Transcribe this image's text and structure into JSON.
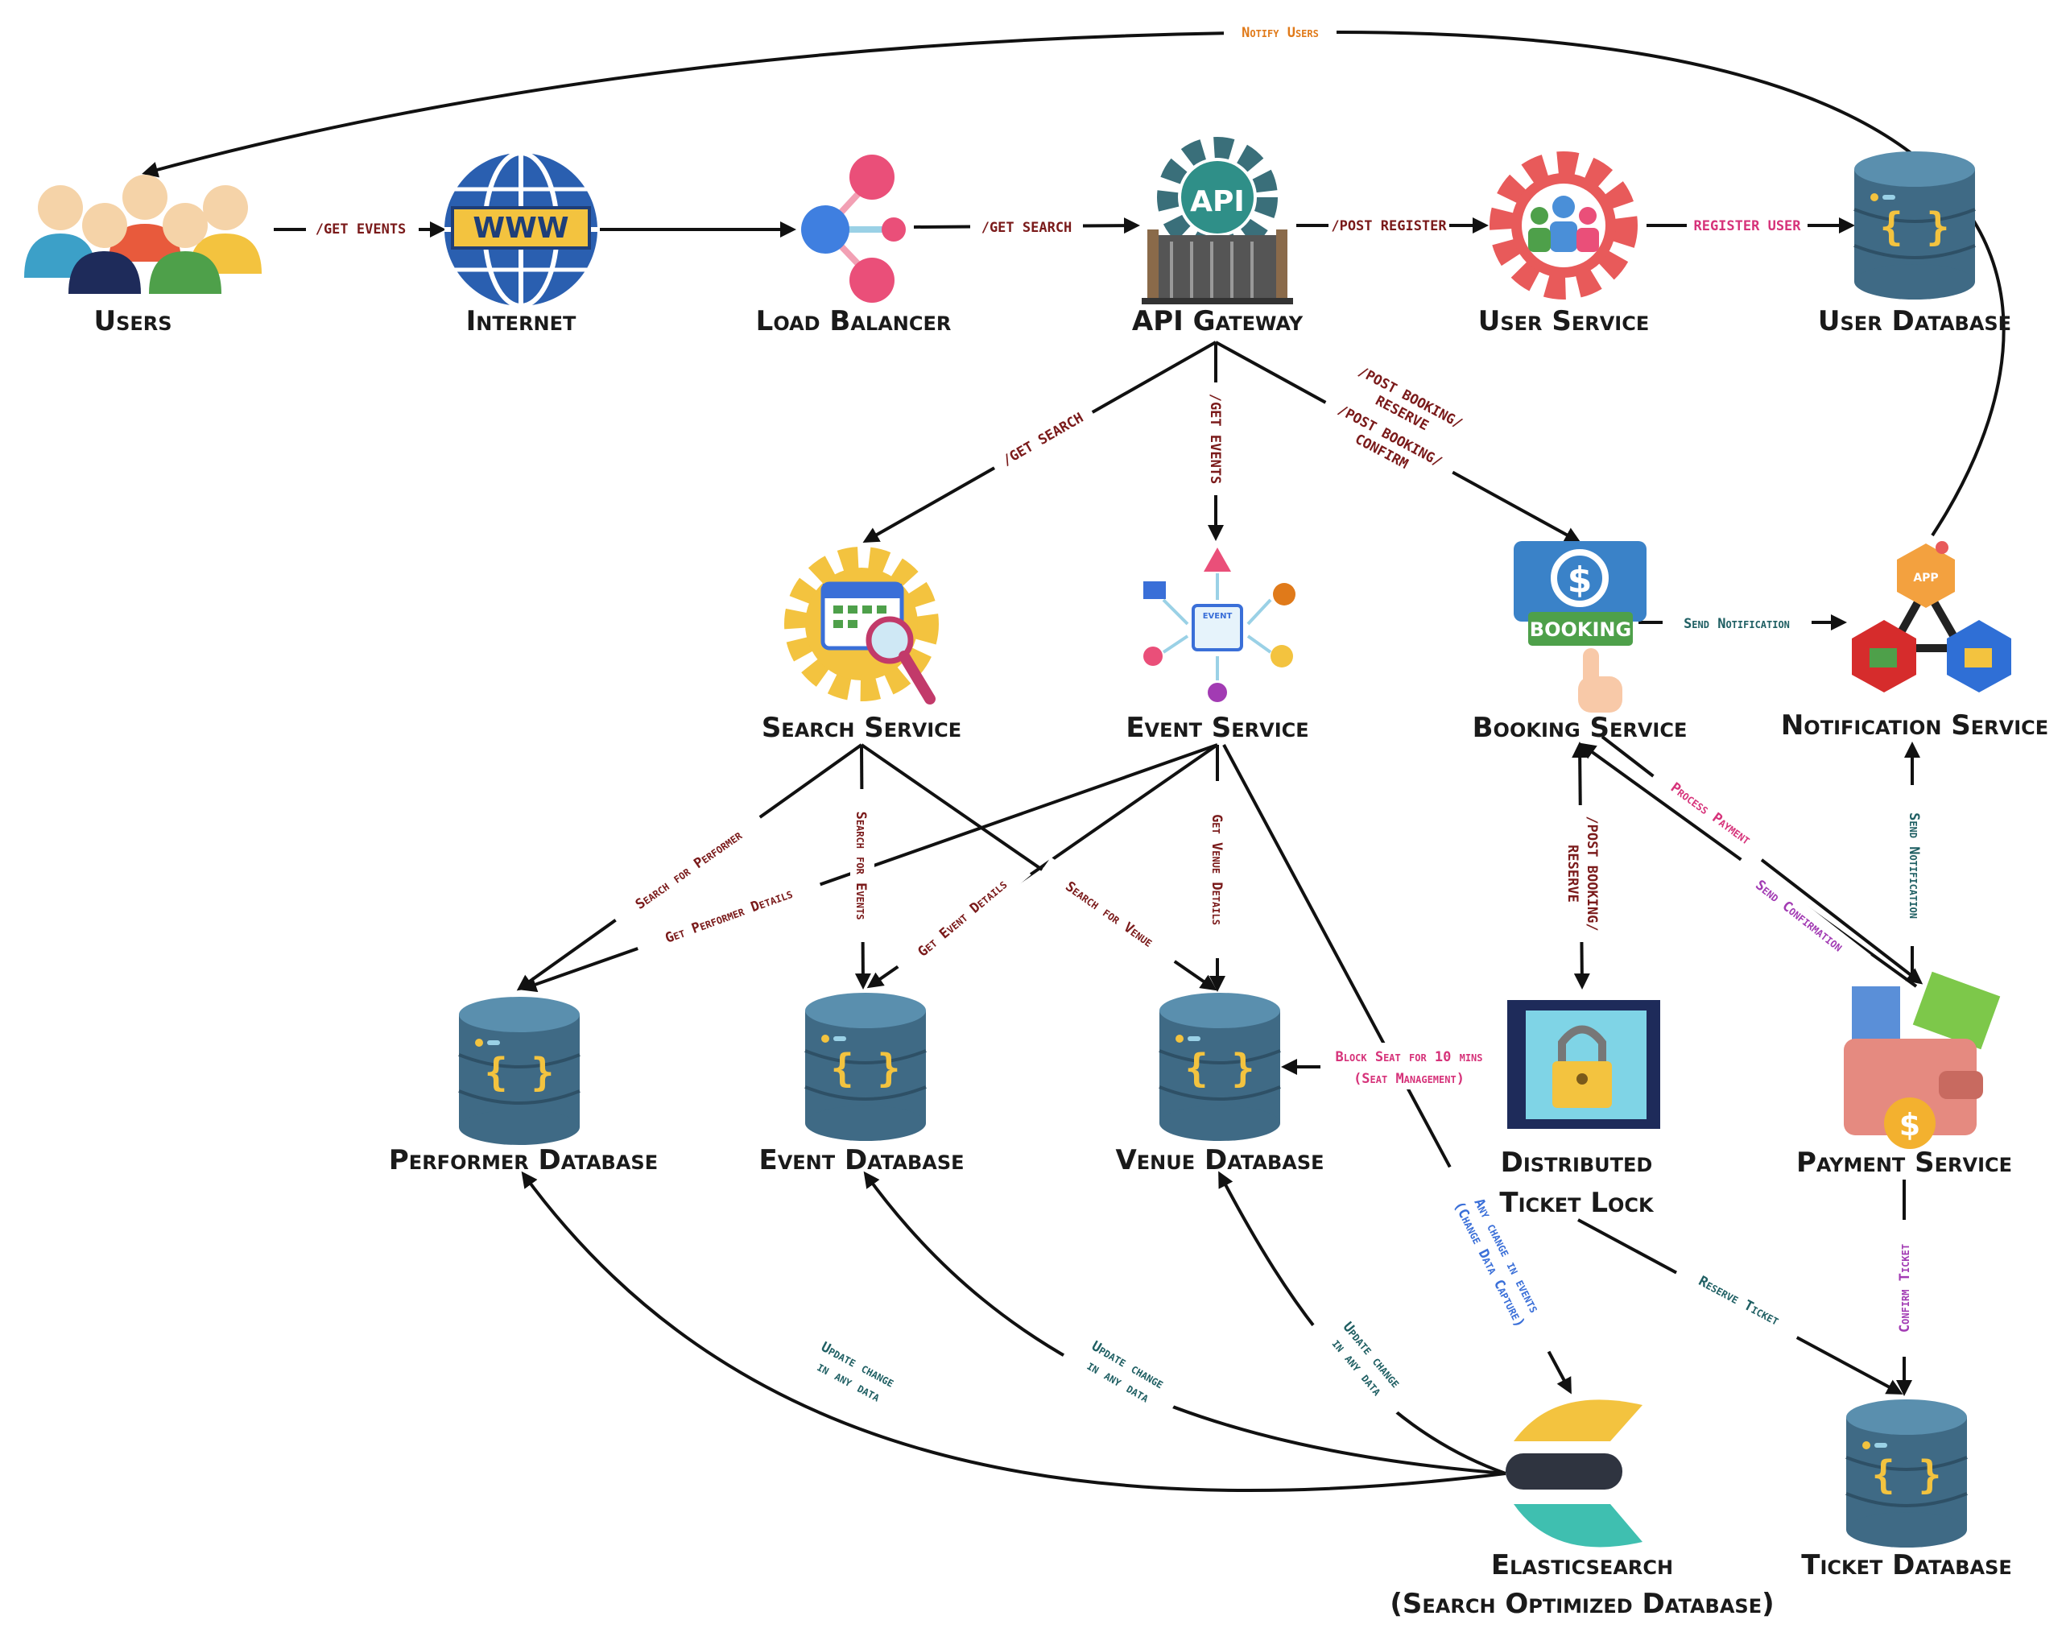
{
  "nodes": {
    "users": "Users",
    "internet": "Internet",
    "load_balancer": "Load Balancer",
    "api_gateway": "API Gateway",
    "user_service": "User Service",
    "user_database": "User Database",
    "search_service": "Search Service",
    "event_service": "Event Service",
    "booking_service": "Booking Service",
    "notification_service": "Notification Service",
    "performer_database": "Performer Database",
    "event_database": "Event Database",
    "venue_database": "Venue Database",
    "distributed_ticket_lock": [
      "Distributed",
      "Ticket Lock"
    ],
    "payment_service": "Payment Service",
    "elasticsearch": [
      "Elasticsearch",
      "(Search Optimized Database)"
    ],
    "ticket_database": "Ticket Database"
  },
  "icons": {
    "www_text": "WWW",
    "api_text": "API",
    "booking_text": "BOOKING",
    "app_text": "APP",
    "event_text": "EVENT",
    "dollar": "$",
    "braces": "{ }"
  },
  "edges": {
    "notify_users": "Notify Users",
    "get_events_users": "/GET EVENTS",
    "get_search_lb": "/GET SEARCH",
    "post_register": "/POST REGISTER",
    "register_user": "REGISTER USER",
    "get_search_api": "/GET SEARCH",
    "get_events_api": "/GET EVENTS",
    "post_booking_reserve": [
      "/POST BOOKING/",
      "RESERVE"
    ],
    "post_booking_confirm": [
      "/POST BOOKING/",
      "CONFIRM"
    ],
    "send_notification_booking": "Send Notification",
    "search_for_performer": "Search for Performer",
    "get_performer_details": "Get Performer Details",
    "search_for_events": "Search for Events",
    "get_event_details": "Get Event Details",
    "search_for_venue": "Search for Venue",
    "get_venue_details": "Get Venue Details",
    "any_change_in_events": [
      "Any change in events",
      "(Change Data Capture)"
    ],
    "block_seat": [
      "Block Seat for 10 mins",
      "(Seat Management)"
    ],
    "post_booking_reserve_lock": [
      "/POST BOOKING/",
      "RESERVE"
    ],
    "process_payment": "Process Payment",
    "send_confirmation": "Send Confirmation",
    "send_notification_payment": "Send Notification",
    "reserve_ticket": "Reserve Ticket",
    "confirm_ticket": "Confirm Ticket",
    "update_change_performer": [
      "Update change",
      "in any data"
    ],
    "update_change_event": [
      "Update change",
      "in any data"
    ],
    "update_change_venue": [
      "Update change",
      "in any data"
    ]
  },
  "colors": {
    "dark_red": "#7a1a1a",
    "orange": "#e07a1a",
    "pink": "#d6337a",
    "teal": "#1f5f63",
    "purple": "#a23bb3",
    "blue": "#3a6fd8",
    "db_body": "#3f6a85",
    "db_top": "#5a8fae",
    "gear_red": "#e85a5a",
    "gear_yellow": "#f3c33f"
  }
}
